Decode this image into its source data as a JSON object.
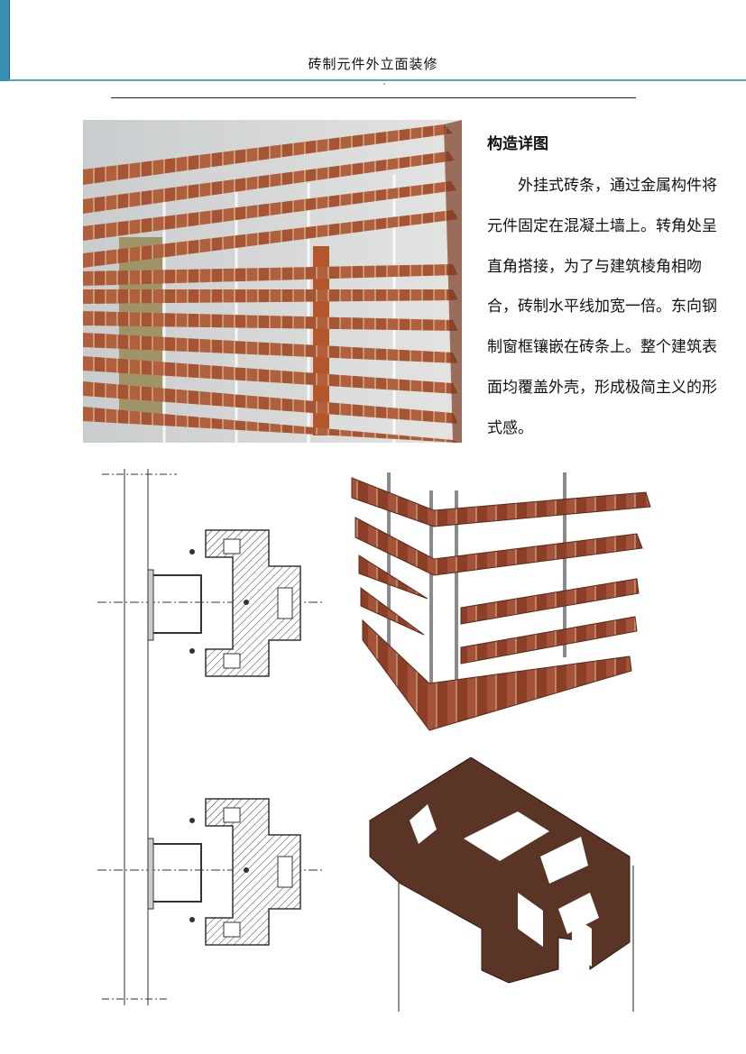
{
  "header": {
    "title": "砖制元件外立面装修",
    "tick": "`"
  },
  "content": {
    "heading": "构造详图",
    "paragraph": "外挂式砖条，通过金属构件将元件固定在混凝土墙上。转角处呈直角搭接，为了与建筑棱角相吻合，砖制水平线加宽一倍。东向钢制窗框镶嵌在砖条上。整个建筑表面均覆盖外壳，形成极简主义的形式感。"
  },
  "figures": {
    "facade_photo": "brick-strip-facade-render",
    "section_drawing": "metal-bracket-section-drawing",
    "corner_render": "brick-corner-joint-render",
    "bracket_render": "bracket-3d-render"
  },
  "colors": {
    "accent": "#3a8fb5",
    "brick": "#9c4a2e",
    "brick_dark": "#6e2f1c",
    "bracket": "#5a3526"
  }
}
